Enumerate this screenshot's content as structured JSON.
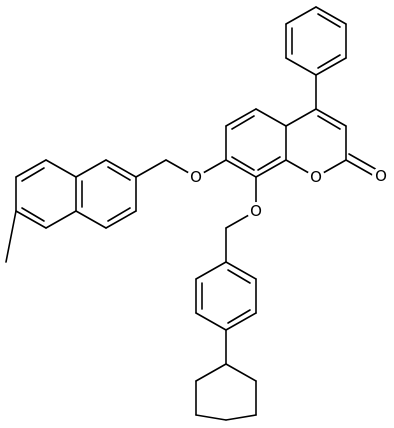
{
  "figure": {
    "atoms": [
      {
        "id": "O_ring",
        "label": "O"
      },
      {
        "id": "O_carbonyl",
        "label": "O"
      },
      {
        "id": "O_ether7",
        "label": "O"
      },
      {
        "id": "O_ether8",
        "label": "O"
      }
    ],
    "colors": {
      "bond": "#000000",
      "background": "#ffffff"
    }
  }
}
